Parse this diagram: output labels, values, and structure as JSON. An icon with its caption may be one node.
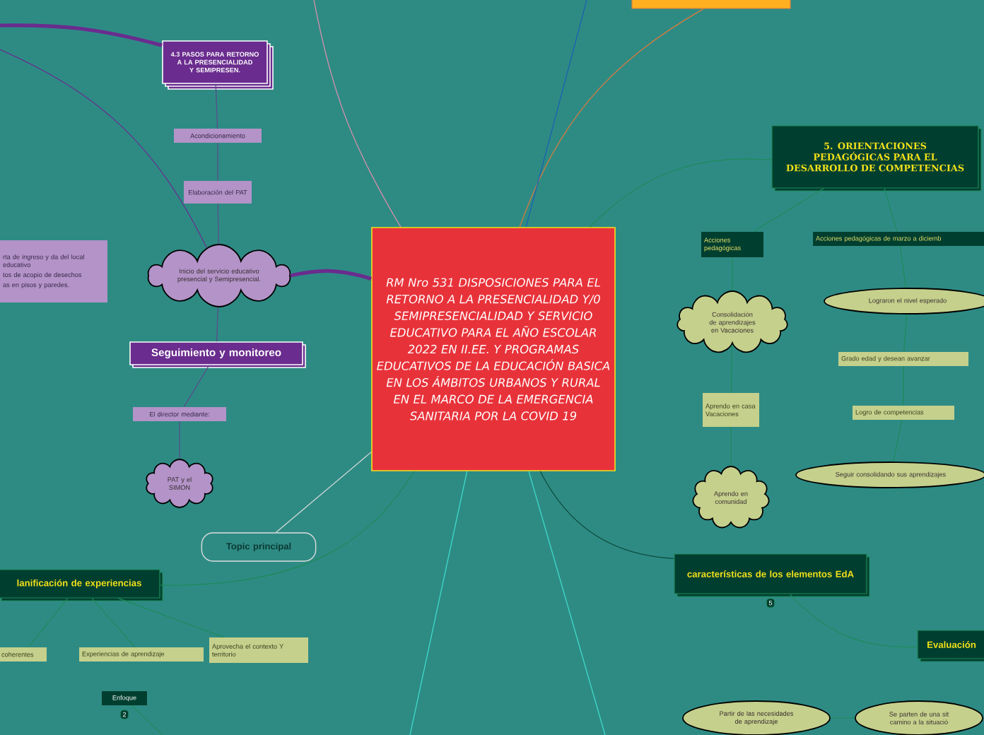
{
  "diagram": {
    "nodes": [
      {
        "text": [
          "RM  Nro 531 DISPOSICIONES PARA EL RETORNO A LA PRESENCIALIDAD Y/0 SEMIPRESENCIALIDAD Y SERVICIO EDUCATIVO PARA EL AÑO ESCOLAR 2022 EN II.EE. Y PROGRAMAS EDUCATIVOS DE LA EDUCACIÓN BASICA  EN LOS ÁMBITOS URBANOS Y RURAL EN EL MARCO DE LA EMERGENCIA SANITARIA POR LA COVID 19"
        ]
      },
      {
        "text": [
          "4.3 PASOS PARA RETORNO A LA PRESENCIALIDAD Y SEMIPRESEN."
        ]
      },
      {
        "text": [
          "Acondicionamiento"
        ]
      },
      {
        "text": [
          "Elaboración del PAT"
        ]
      },
      {
        "text": [
          "Inicio del servicio educativo presencial y Semipresencial."
        ]
      },
      {
        "text": [
          "rta de ingreso y da del local educativo",
          "tos de acopio de desechos",
          "as en pisos y paredes."
        ]
      },
      {
        "text": [
          "Seguimiento y monitoreo"
        ]
      },
      {
        "text": [
          "El director mediante:"
        ]
      },
      {
        "text": [
          "PAT y el SIMON"
        ]
      },
      {
        "text": [
          "Topic principal"
        ]
      },
      {
        "text": [
          "lanificación de experiencias"
        ]
      },
      {
        "text": [
          "coherentes"
        ]
      },
      {
        "text": [
          "Experiencias de aprendizaje"
        ]
      },
      {
        "text": [
          "Aprovecha el contexto Y territorio"
        ]
      },
      {
        "text": [
          "Enfoque"
        ],
        "beside": [
          "2"
        ]
      },
      {
        "text": [
          "5. ORIENTACIONES PEDAGÓGICAS PARA EL DESARROLLO DE COMPETENCIAS"
        ]
      },
      {
        "text": [
          "Acciones pedagógicas"
        ]
      },
      {
        "text": [
          "Acciones pedagógicas de marzo a diciemb"
        ]
      },
      {
        "text": [
          "Consolidación de aprendizajes en Vacaciones"
        ]
      },
      {
        "text": [
          "Lograron el nivel esperado"
        ]
      },
      {
        "text": [
          "Grado edad y desean avanzar"
        ]
      },
      {
        "text": [
          "Aprendo en casa Vacaciones"
        ]
      },
      {
        "text": [
          "Logro de competencias"
        ]
      },
      {
        "text": [
          "Seguir consolidando sus aprendizajes"
        ]
      },
      {
        "text": [
          "Aprendo en comunidad"
        ]
      },
      {
        "text": [
          "características de los elementos EdA"
        ],
        "beside": [
          "5"
        ]
      },
      {
        "text": [
          "Evaluación"
        ]
      },
      {
        "text": [
          "Partir de las necesidades de aprendizaje"
        ]
      },
      {
        "text": [
          "Se parten de una sit camino a la situació"
        ]
      },
      {
        "text": [],
        "shape": "box"
      }
    ],
    "edges": [
      {
        "from": 1,
        "to": 2,
        "arrow": "none",
        "color": "#5a4a8a"
      },
      {
        "from": 2,
        "to": 3,
        "arrow": "none",
        "color": "#5a4a8a"
      },
      {
        "from": 3,
        "to": 4,
        "arrow": "none",
        "color": "#5a4a8a"
      },
      {
        "from": 4,
        "to": 6,
        "arrow": "none",
        "color": "#5a4a8a"
      },
      {
        "from": 6,
        "to": 7,
        "arrow": "none",
        "color": "#5a4a8a"
      },
      {
        "from": 7,
        "to": 8,
        "arrow": "none",
        "color": "#5a4a8a"
      },
      {
        "from": 4,
        "to": 0,
        "arrow": "none",
        "style": "thick",
        "color": "#6a2c8e"
      },
      {
        "from": null,
        "to": 1,
        "arrow": "none",
        "style": "thick",
        "color": "#6a2c8e"
      },
      {
        "from": null,
        "to": 4,
        "arrow": "none",
        "color": "#6a2c8e"
      },
      {
        "from": 0,
        "to": 9,
        "arrow": "none",
        "color": "#dddddd"
      },
      {
        "from": 10,
        "to": 0,
        "arrow": "none"
      },
      {
        "from": 10,
        "to": 11,
        "arrow": "none"
      },
      {
        "from": 10,
        "to": 12,
        "arrow": "none"
      },
      {
        "from": 10,
        "to": 13,
        "arrow": "none"
      },
      {
        "from": 14,
        "to": null,
        "arrow": "none"
      },
      {
        "from": 0,
        "to": 15,
        "arrow": "none"
      },
      {
        "from": 15,
        "to": 16,
        "arrow": "none"
      },
      {
        "from": 15,
        "to": 17,
        "arrow": "none"
      },
      {
        "from": 16,
        "to": 18,
        "arrow": "none"
      },
      {
        "from": 18,
        "to": 21,
        "arrow": "none"
      },
      {
        "from": 21,
        "to": 24,
        "arrow": "none"
      },
      {
        "from": 17,
        "to": 19,
        "arrow": "none"
      },
      {
        "from": 19,
        "to": 20,
        "arrow": "none"
      },
      {
        "from": 20,
        "to": 22,
        "arrow": "none"
      },
      {
        "from": 22,
        "to": 23,
        "arrow": "none"
      },
      {
        "from": 0,
        "to": 25,
        "arrow": "none",
        "color": "#0b4a3a"
      },
      {
        "from": 25,
        "to": 26,
        "arrow": "none"
      },
      {
        "from": 27,
        "to": 28,
        "arrow": "none"
      },
      {
        "from": 0,
        "to": 29,
        "arrow": "none",
        "color": "#e07a3a"
      },
      {
        "from": 0,
        "to": null,
        "arrow": "none",
        "color": "#1a5fb4"
      },
      {
        "from": null,
        "to": 0,
        "arrow": "none",
        "color": "#e890b0"
      },
      {
        "from": 0,
        "to": null,
        "arrow": "none",
        "color": "#40e0d0"
      },
      {
        "from": 0,
        "to": null,
        "arrow": "none",
        "color": "#40e0d0"
      }
    ]
  }
}
